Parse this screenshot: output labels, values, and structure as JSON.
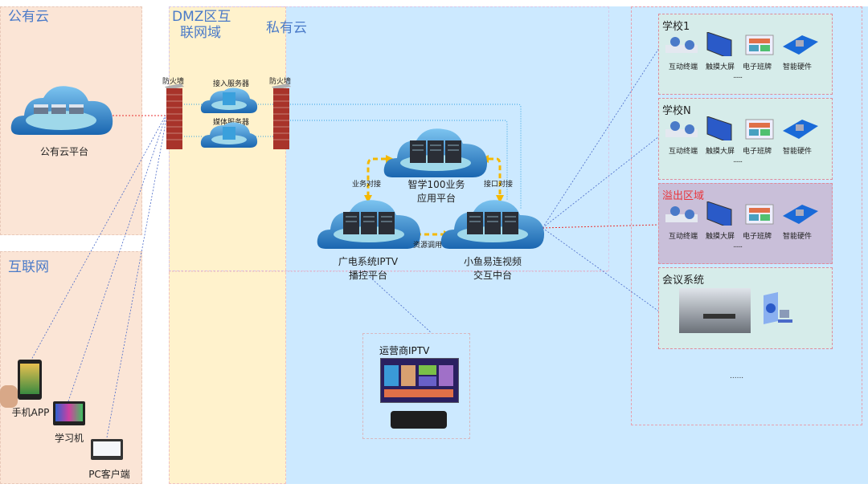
{
  "zones": {
    "public_cloud": "公有云",
    "dmz": "DMZ区互联网域",
    "dmz_line1": "DMZ区互",
    "dmz_line2": "联网域",
    "private_cloud": "私有云",
    "internet": "互联网"
  },
  "public_cloud": {
    "platform_label": "公有云平台"
  },
  "dmz": {
    "firewall_left": "防火墙",
    "firewall_right": "防火墙",
    "access_server": "接入服务器",
    "media_server": "媒体服务器"
  },
  "private_cloud": {
    "zhixue_line1": "智学100业务",
    "zhixue_line2": "应用平台",
    "iptv_line1": "广电系统IPTV",
    "iptv_line2": "播控平台",
    "xiaoyu_line1": "小鱼易连视频",
    "xiaoyu_line2": "交互中台",
    "link_business": "业务对接",
    "link_interface": "接口对接",
    "link_resource": "资源调用",
    "operator_iptv": "运营商IPTV"
  },
  "internet_clients": {
    "mobile_app": "手机APP",
    "learning_device": "学习机",
    "pc_client": "PC客户端"
  },
  "sites": [
    {
      "title": "学校1",
      "devices": [
        "互动终端",
        "触摸大屏",
        "电子班牌",
        "智能硬件"
      ],
      "more": "......"
    },
    {
      "title": "学校N",
      "devices": [
        "互动终端",
        "触摸大屏",
        "电子班牌",
        "智能硬件"
      ],
      "more": "......"
    },
    {
      "title": "溢出区域",
      "devices": [
        "互动终端",
        "触摸大屏",
        "电子班牌",
        "智能硬件"
      ],
      "more": "......"
    },
    {
      "title": "会议系统",
      "devices": [],
      "more": ""
    }
  ],
  "more_sites": "......",
  "colors": {
    "public_bg": "#fbe5d6",
    "dmz_bg": "#fff2cc",
    "private_bg": "#cce9ff",
    "school_bg": "#d6ecea",
    "overflow_bg": "#c9bfd9",
    "overflow_title": "#e8363c",
    "zone_title": "#4a7ac8",
    "arrow": "#f5b800"
  }
}
